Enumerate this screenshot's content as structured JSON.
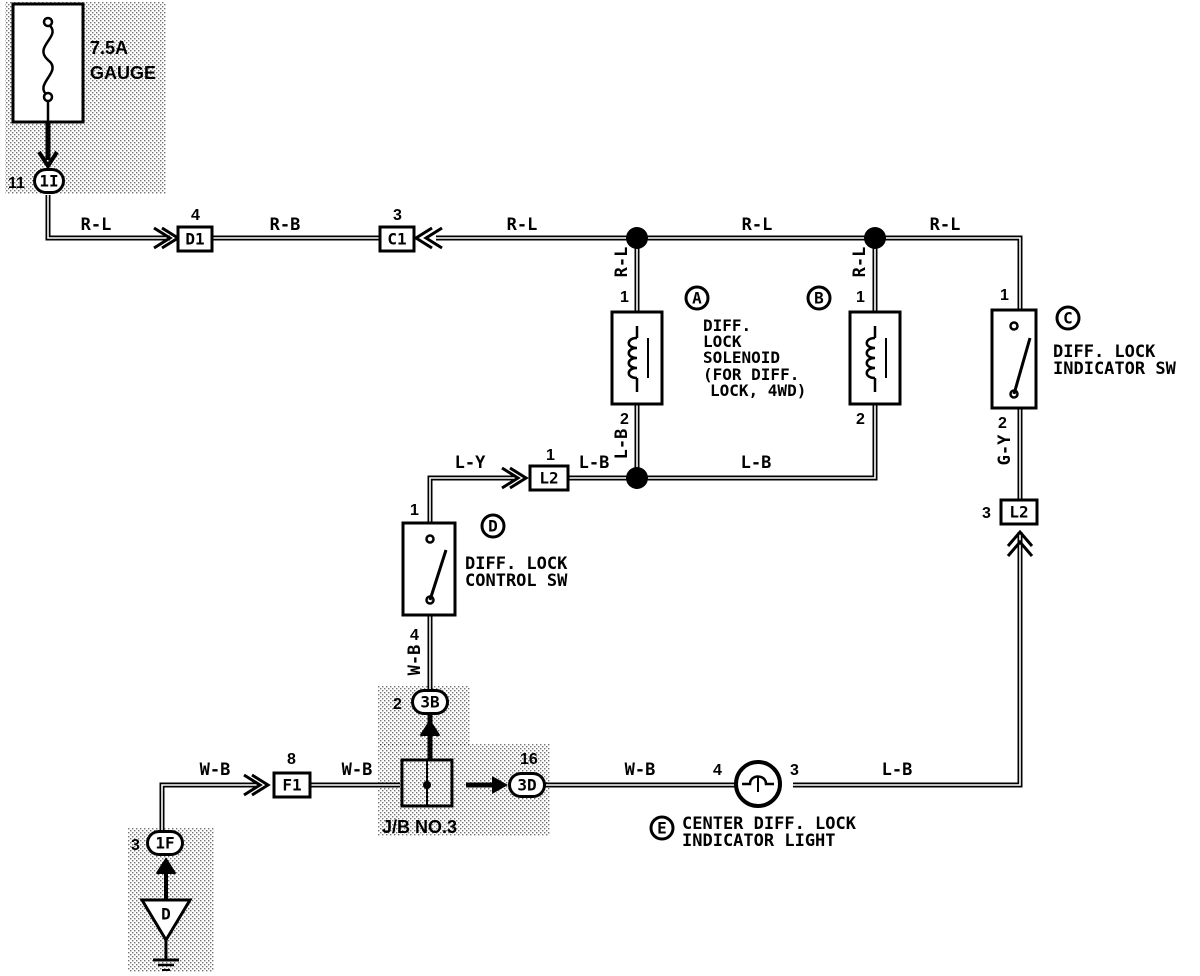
{
  "fuse": {
    "rating": "7.5A",
    "name": "GAUGE"
  },
  "wire_colors": {
    "rl": "R-L",
    "rb": "R-B",
    "lb": "L-B",
    "ly": "L-Y",
    "wb": "W-B",
    "gy": "G-Y"
  },
  "connectors": {
    "c1i": {
      "code": "1I",
      "pin": "11"
    },
    "d1": {
      "code": "D1",
      "pin": "4"
    },
    "c1": {
      "code": "C1",
      "pin": "3"
    },
    "l2a": {
      "code": "L2",
      "pin": "1"
    },
    "l2b": {
      "code": "L2",
      "pin": "3"
    },
    "c3b": {
      "code": "3B",
      "pin": "2"
    },
    "f1": {
      "code": "F1",
      "pin": "8"
    },
    "c3d": {
      "code": "3D",
      "pin": "16"
    },
    "c1f": {
      "code": "1F",
      "pin": "3"
    }
  },
  "components": {
    "a": {
      "letter": "A",
      "pin_top": "1",
      "pin_bottom": "2",
      "line1": "DIFF.",
      "line2": "LOCK",
      "line3": "SOLENOID",
      "line4": "(FOR DIFF.",
      "line5": "LOCK, 4WD)"
    },
    "b": {
      "letter": "B",
      "pin_top": "1",
      "pin_bottom": "2"
    },
    "c": {
      "letter": "C",
      "pin_top": "1",
      "pin_bottom": "2",
      "line1": "DIFF. LOCK",
      "line2": "INDICATOR SW"
    },
    "d": {
      "letter": "D",
      "pin_top": "1",
      "pin_bottom": "4",
      "line1": "DIFF. LOCK",
      "line2": "CONTROL SW"
    },
    "e": {
      "letter": "E",
      "pin_left": "4",
      "pin_right": "3",
      "line1": "CENTER DIFF. LOCK",
      "line2": "INDICATOR LIGHT"
    }
  },
  "junction_block": {
    "label": "J/B NO.3"
  },
  "ground": {
    "letter": "D"
  }
}
